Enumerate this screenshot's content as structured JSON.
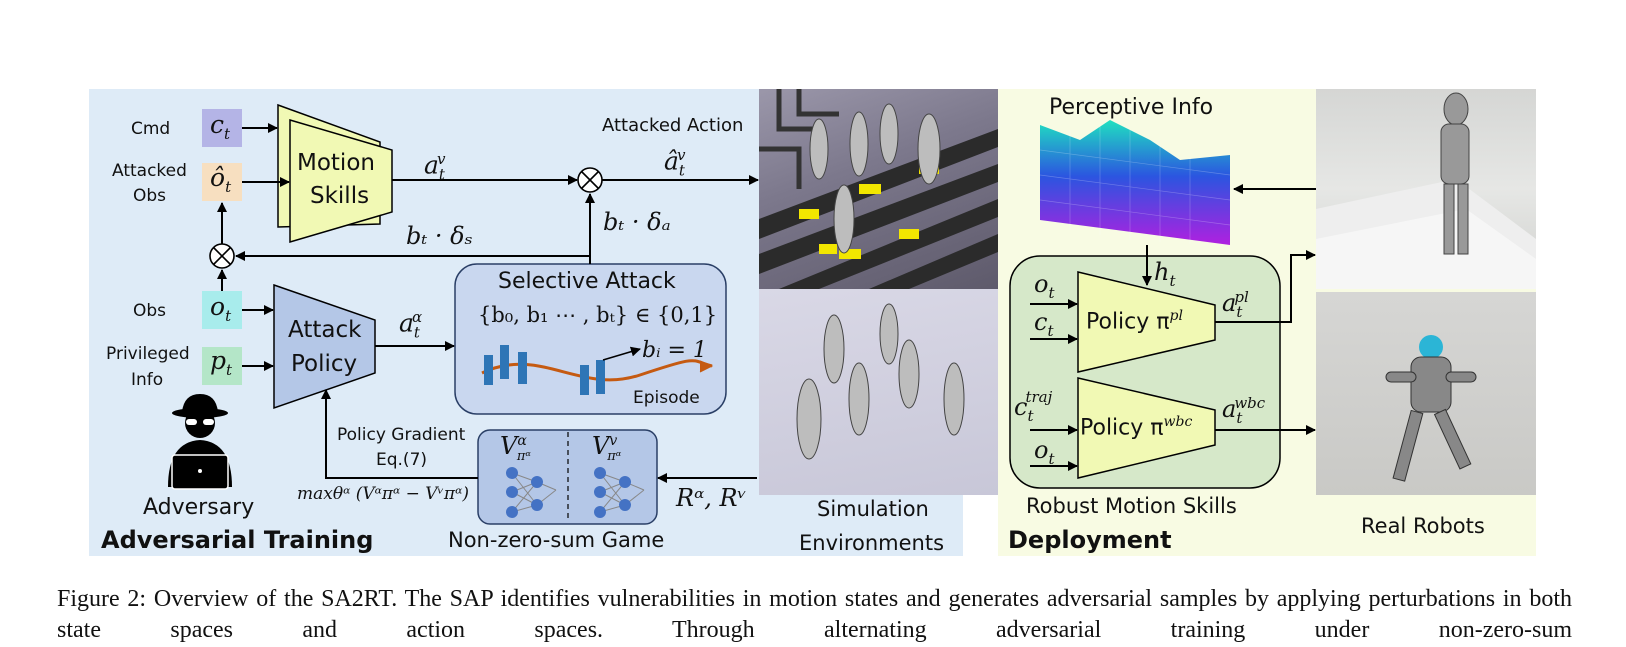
{
  "inputs": {
    "cmd": "Cmd",
    "attacked_obs_line1": "Attacked",
    "attacked_obs_line2": "Obs",
    "obs": "Obs",
    "privileged_line1": "Privileged",
    "privileged_line2": "Info"
  },
  "symbols": {
    "c": "c",
    "o": "o",
    "p": "p",
    "t": "t",
    "o_hat": "ô"
  },
  "blocks": {
    "motion_skills_line1": "Motion",
    "motion_skills_line2": "Skills",
    "attack_policy_line1": "Attack",
    "attack_policy_line2": "Policy",
    "selective_attack_title": "Selective Attack",
    "selective_attack_set": "{b₀, b₁ ⋯ , bₜ} ∈ {0,1}",
    "selective_attack_bi": "bᵢ = 1",
    "episode": "Episode",
    "policy_pl": "Policy π",
    "policy_pl_sup": "pl",
    "policy_wbc": "Policy π",
    "policy_wbc_sup": "wbc"
  },
  "math": {
    "a_v": "a",
    "a_v_sup": "v",
    "a_hat_v": "â",
    "a_alpha_sup": "α",
    "b_delta_s": "bₜ · δₛ",
    "b_delta_a": "bₜ · δₐ",
    "reward": "Rᵅ, Rᵛ",
    "max_objective": "max",
    "max_sub": "θᵅ",
    "max_body": "(V",
    "objective_text": "maxθᵅ (Vᵅπᵅ − Vᵛπᵅ)",
    "h_t": "h",
    "a_pl_sup": "pl",
    "a_wbc_sup": "wbc",
    "c_traj_sup": "traj",
    "V": "V",
    "pi_alpha": "πᵅ"
  },
  "labels": {
    "attacked_action": "Attacked Action",
    "policy_gradient": "Policy Gradient",
    "eq": "Eq.(7)",
    "adversary": "Adversary",
    "adversarial_training": "Adversarial Training",
    "non_zero_sum_game": "Non-zero-sum Game",
    "simulation_line1": "Simulation",
    "simulation_line2": "Environments",
    "perceptive_info": "Perceptive Info",
    "robust_motion_skills": "Robust Motion Skills",
    "deployment": "Deployment",
    "real_robots": "Real Robots"
  },
  "caption": "Figure 2: Overview of the SA2RT. The SAP identifies vulnerabilities in motion states and generates adversarial samples by applying perturbations in both state spaces and action spaces. Through alternating adversarial training under non-zero-sum",
  "colors": {
    "training_bg": "#deebf7",
    "deployment_bg": "#f8fbe3",
    "cmd_box": "#b4b4e6",
    "attacked_obs_box": "#f7dfc0",
    "obs_box": "#a8ecec",
    "priv_box": "#b4e6c8",
    "motion_block": "#f1f9b4",
    "attack_block": "#b4c7e7",
    "selective_box": "#c9d7ef",
    "game_box": "#b4c7e7",
    "robust_box": "#d6e8c9",
    "curve": "#c55a11",
    "bars": "#2e75b6"
  },
  "icons": [
    "otimes-icon",
    "spy-adversary-icon",
    "neural-net-icon",
    "terrain-heightmap-icon",
    "humanoid-robot-photo"
  ]
}
